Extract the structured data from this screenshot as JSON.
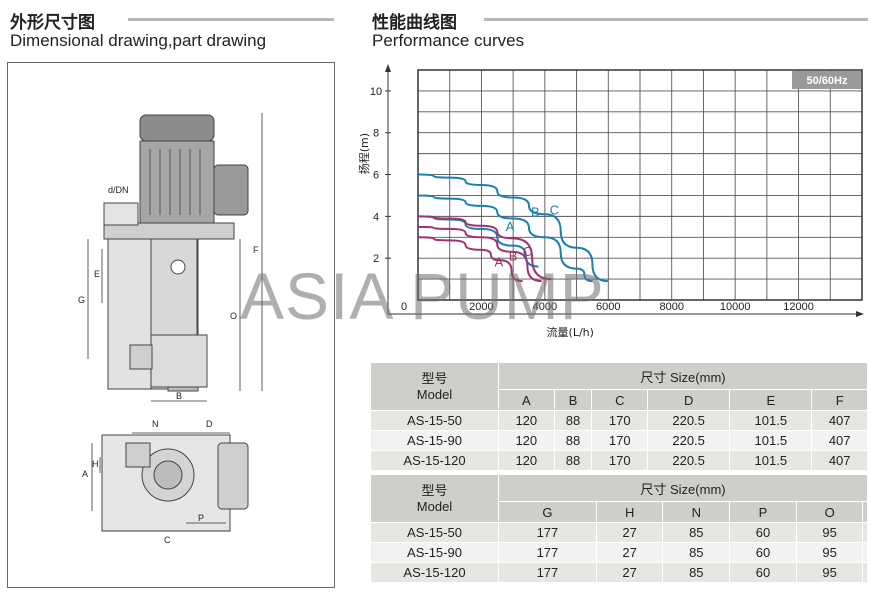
{
  "left_header": {
    "title_cn": "外形尺寸图",
    "title_en": "Dimensional drawing,part drawing"
  },
  "right_header": {
    "title_cn": "性能曲线图",
    "title_en": "Performance curves"
  },
  "drawing": {
    "labels": {
      "dn": "d/DN",
      "a": "A",
      "b": "B",
      "c": "C",
      "d": "D",
      "e": "E",
      "f": "F",
      "g": "G",
      "h": "H",
      "n": "N",
      "o": "O",
      "p": "P"
    }
  },
  "watermark": "ASIA PUMP",
  "chart_data": {
    "type": "line",
    "title": "",
    "badge": "50/60Hz",
    "xlabel": "流量(L/h)",
    "ylabel": "扬程(m)",
    "xlim": [
      0,
      14000
    ],
    "ylim": [
      0,
      11
    ],
    "xticks": [
      0,
      2000,
      4000,
      6000,
      8000,
      10000,
      12000
    ],
    "xtick_labels": [
      "0",
      "2000",
      "4000",
      "6000",
      "8000",
      "10000",
      "12000"
    ],
    "yticks": [
      2,
      4,
      6,
      8,
      10
    ],
    "ytick_labels": [
      "2",
      "4",
      "6",
      "8",
      "10"
    ],
    "grid": true,
    "series": [
      {
        "name": "C",
        "color": "#1a7fb3",
        "group": "60Hz",
        "x": [
          0,
          1000,
          2000,
          3000,
          4000,
          5000,
          6000
        ],
        "y": [
          6.0,
          5.85,
          5.5,
          4.9,
          4.1,
          2.5,
          0.9
        ]
      },
      {
        "name": "B",
        "color": "#1a7fb3",
        "group": "60Hz",
        "x": [
          0,
          1000,
          2000,
          3000,
          4000,
          5000,
          5500
        ],
        "y": [
          5.0,
          4.85,
          4.5,
          3.9,
          3.0,
          1.5,
          0.9
        ]
      },
      {
        "name": "A",
        "color": "#1a7fb3",
        "group": "60Hz",
        "x": [
          0,
          1000,
          2000,
          3000,
          3800
        ],
        "y": [
          4.0,
          3.85,
          3.4,
          2.6,
          1.6
        ]
      },
      {
        "name": "C",
        "color": "#a0326e",
        "group": "50Hz",
        "x": [
          0,
          1000,
          2000,
          3000,
          4200
        ],
        "y": [
          4.0,
          3.9,
          3.55,
          2.95,
          1.0
        ]
      },
      {
        "name": "B",
        "color": "#a0326e",
        "group": "50Hz",
        "x": [
          0,
          1000,
          2000,
          3000,
          3900
        ],
        "y": [
          3.5,
          3.4,
          3.0,
          2.3,
          0.9
        ]
      },
      {
        "name": "A",
        "color": "#a0326e",
        "group": "50Hz",
        "x": [
          0,
          1000,
          2000,
          2600,
          3300
        ],
        "y": [
          3.0,
          2.85,
          2.4,
          1.9,
          0.9
        ]
      }
    ],
    "annotations": [
      {
        "text": "C",
        "x": 4300,
        "y": 4.1,
        "color": "#1a7fb3"
      },
      {
        "text": "B",
        "x": 3700,
        "y": 4.0,
        "color": "#1a7fb3"
      },
      {
        "text": "A",
        "x": 2900,
        "y": 3.3,
        "color": "#1a7fb3"
      },
      {
        "text": "C",
        "x": 3450,
        "y": 2.1,
        "color": "#a0326e"
      },
      {
        "text": "B",
        "x": 3000,
        "y": 1.9,
        "color": "#a0326e"
      },
      {
        "text": "A",
        "x": 2550,
        "y": 1.6,
        "color": "#a0326e"
      }
    ]
  },
  "table1": {
    "model_cn": "型号",
    "model_en": "Model",
    "size_label": "尺寸 Size(mm)",
    "columns": [
      "A",
      "B",
      "C",
      "D",
      "E",
      "F"
    ],
    "rows": [
      [
        "AS-15-50",
        "120",
        "88",
        "170",
        "220.5",
        "101.5",
        "407"
      ],
      [
        "AS-15-90",
        "120",
        "88",
        "170",
        "220.5",
        "101.5",
        "407"
      ],
      [
        "AS-15-120",
        "120",
        "88",
        "170",
        "220.5",
        "101.5",
        "407"
      ]
    ]
  },
  "table2": {
    "model_cn": "型号",
    "model_en": "Model",
    "size_label": "尺寸 Size(mm)",
    "columns": [
      "G",
      "H",
      "N",
      "P",
      "O"
    ],
    "rows": [
      [
        "AS-15-50",
        "177",
        "27",
        "85",
        "60",
        "95"
      ],
      [
        "AS-15-90",
        "177",
        "27",
        "85",
        "60",
        "95"
      ],
      [
        "AS-15-120",
        "177",
        "27",
        "85",
        "60",
        "95"
      ]
    ]
  }
}
